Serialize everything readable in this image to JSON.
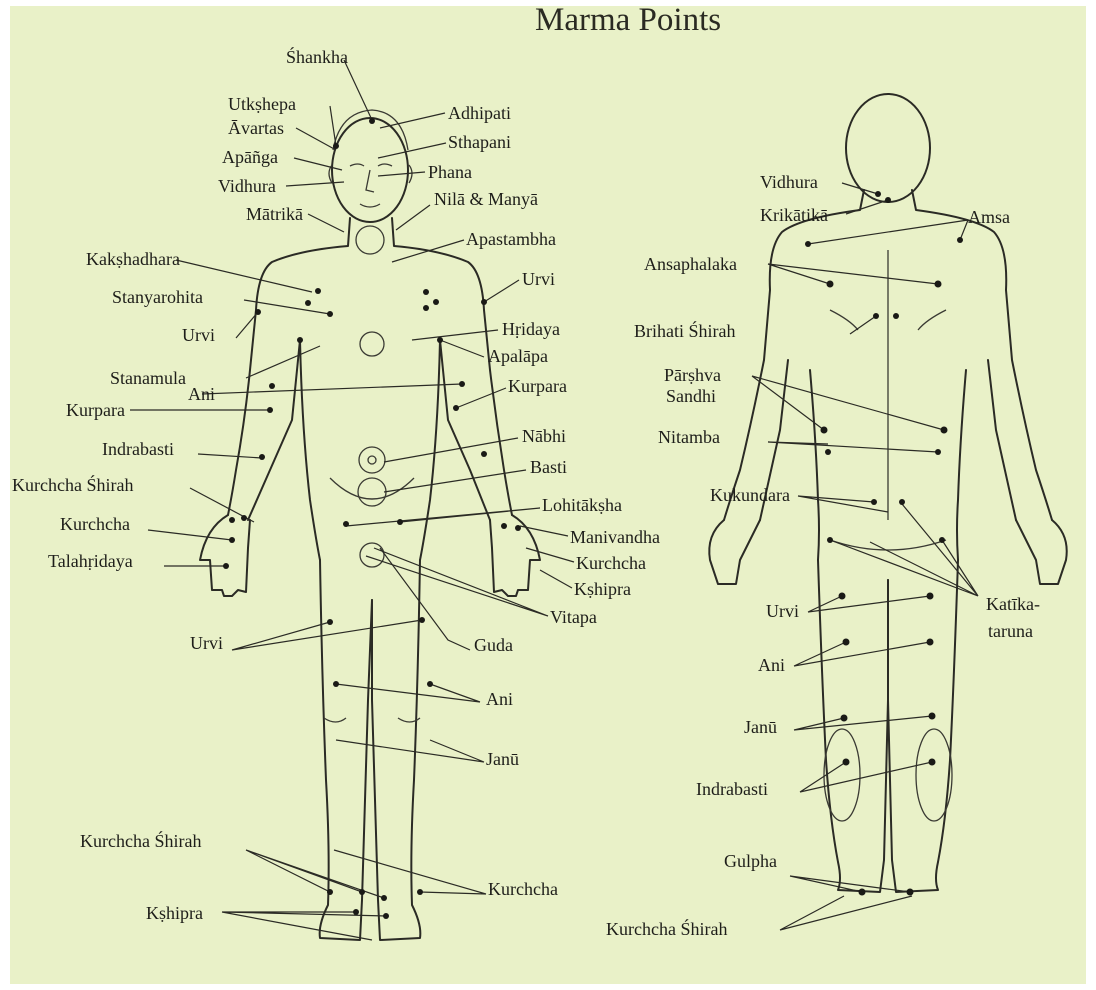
{
  "title": "Marma Points",
  "front_labels": {
    "shankha": "Śhankha",
    "utkshepa": "Utkṣhepa",
    "avartas": "Āvartas",
    "apanga": "Apāñga",
    "vidhura": "Vidhura",
    "matrika": "Mātrikā",
    "adhipati": "Adhipati",
    "sthapani": "Sthapani",
    "phana": "Phana",
    "nila_manya": "Nilā & Manyā",
    "apastambha": "Apastambha",
    "kakshadhara": "Kakṣhadhara",
    "stanyarohita": "Stanyarohita",
    "urvi_arm_left": "Urvi",
    "urvi_arm_right": "Urvi",
    "hridaya": "Hṛidaya",
    "apalapa": "Apalāpa",
    "stanamula": "Stanamula",
    "ani_arm": "Ani",
    "kurpara_left": "Kurpara",
    "kurpara_right": "Kurpara",
    "nabhi": "Nābhi",
    "indrabasti": "Indrabasti",
    "basti": "Basti",
    "kurchcha_shirah_hand": "Kurchcha Śhirah",
    "lohitaksha": "Lohitākṣha",
    "kurchcha_hand_left": "Kurchcha",
    "manivandha": "Manivandha",
    "talahridaya": "Talahṛidaya",
    "kurchcha_hand_right": "Kurchcha",
    "kshipra_hand": "Kṣhipra",
    "vitapa": "Vitapa",
    "urvi_thigh": "Urvi",
    "guda": "Guda",
    "ani_thigh": "Ani",
    "janu": "Janū",
    "kurchcha_shirah_foot": "Kurchcha Śhirah",
    "kurchcha_foot": "Kurchcha",
    "kshipra_foot": "Kṣhipra"
  },
  "back_labels": {
    "vidhura": "Vidhura",
    "krikatika": "Krikātikā",
    "amsa": "Amsa",
    "ansaphalaka": "Ansaphalaka",
    "brihati_shirah": "Brihati Śhirah",
    "parshva_sandhi_1": "Pārṣhva",
    "parshva_sandhi_2": "Sandhi",
    "nitamba": "Nitamba",
    "kukundara": "Kukundara",
    "katika_taruna_1": "Katīka-",
    "katika_taruna_2": "taruna",
    "urvi": "Urvi",
    "ani": "Ani",
    "janu": "Janū",
    "indrabasti": "Indrabasti",
    "gulpha": "Gulpha",
    "kurchcha_shirah": "Kurchcha Śhirah"
  },
  "colors": {
    "panel_background": "#e9f1c8",
    "ink": "#1e1e1a"
  }
}
